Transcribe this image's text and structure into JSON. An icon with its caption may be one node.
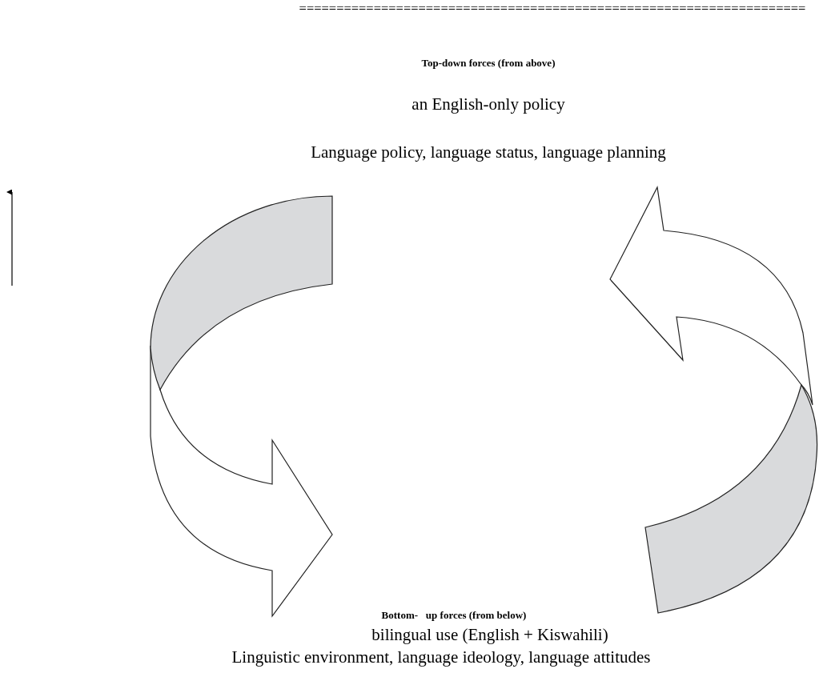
{
  "diagram": {
    "labels": [
      "====================================================================",
      "Top-down forces (from above)",
      "an English-only policy",
      "Language policy, language status, language planning",
      "Bottom-   up forces (from below)",
      "bilingual use (English + Kiswahili)",
      "Linguistic environment, language ideology, language attitudes"
    ]
  }
}
